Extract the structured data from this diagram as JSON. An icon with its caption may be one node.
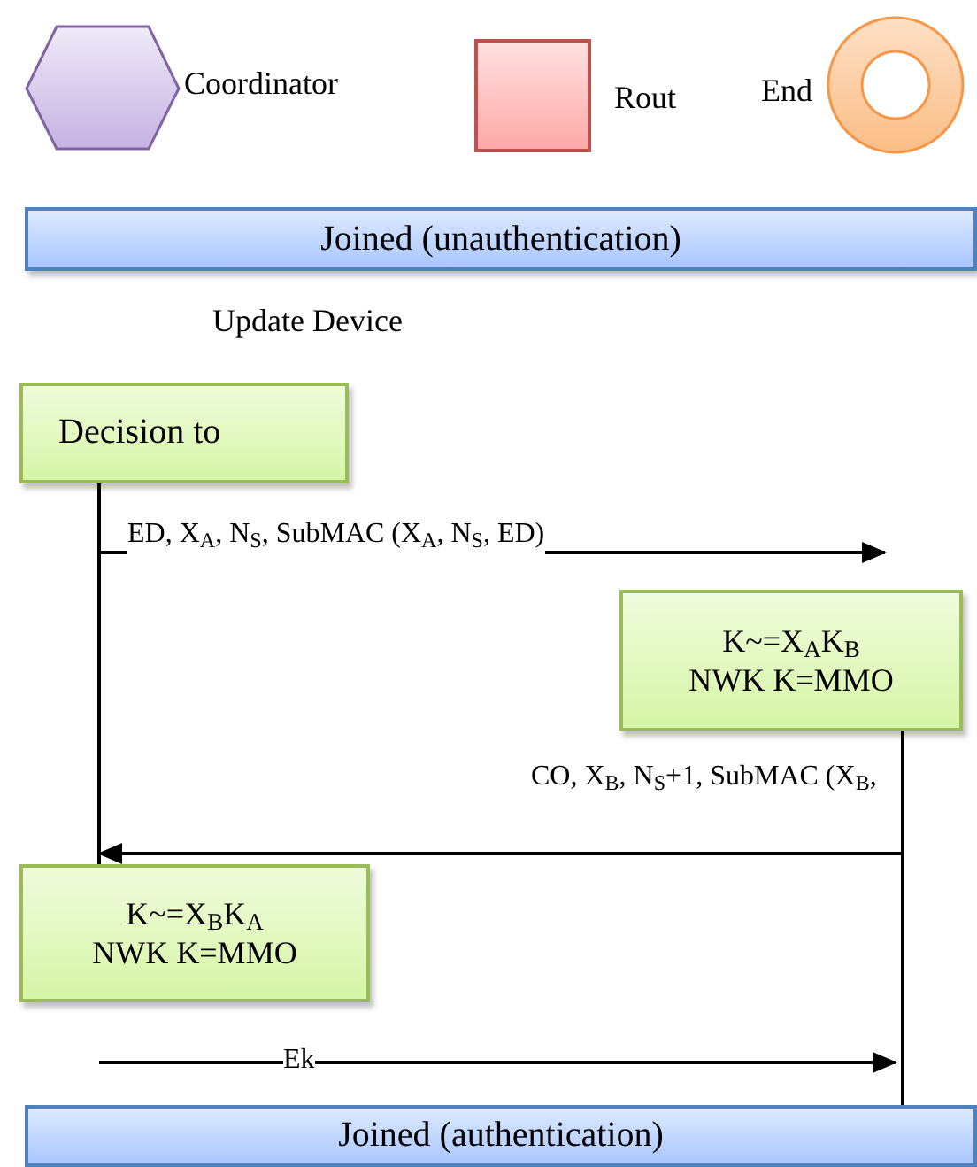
{
  "diagram": {
    "nodes": [
      {
        "text": [],
        "shape": "hexagon",
        "beside": [
          "Coordinator"
        ]
      },
      {
        "text": [],
        "shape": "box",
        "beside": [
          "Rout"
        ]
      },
      {
        "text": [],
        "shape": "ring",
        "beside": [
          "End"
        ]
      },
      {
        "text": [
          "Joined (unauthentication)"
        ]
      },
      {
        "text": [
          "Decision to"
        ]
      },
      {
        "text": [
          "K~=X$_{A}$K$_{B}$",
          "NWK K=MMO"
        ]
      },
      {
        "text": [
          "K~=X$_{B}$K$_{A}$",
          "NWK K=MMO"
        ]
      },
      {
        "text": [
          "Joined (authentication)"
        ]
      }
    ],
    "edges": [
      {
        "from": 4,
        "to": 5,
        "arrow": "to",
        "label": "ED, X$_{A}$, N$_{S}$, SubMAC (X$_{A}$, N$_{S}$, ED)"
      },
      {
        "from": 5,
        "to": 6,
        "arrow": "to",
        "label": "CO, X$_{B}$, N$_{S}$+1, SubMAC (X$_{B}$,"
      },
      {
        "from": null,
        "to": 7,
        "arrow": "to",
        "label": "Ek"
      },
      {
        "from": 4,
        "to": 6,
        "arrow": "none"
      },
      {
        "from": 5,
        "to": 7,
        "arrow": "none"
      }
    ],
    "labels": [
      "Update Device"
    ]
  }
}
